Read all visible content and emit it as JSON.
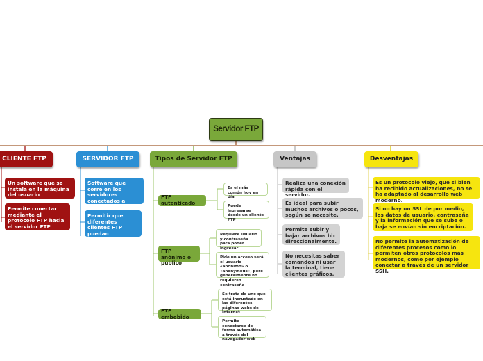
{
  "central": {
    "label": "Servidor FTP"
  },
  "branches": {
    "cliente": {
      "label": "CLIENTE FTP",
      "items": [
        "Un software que se instala en la máquina del usuario",
        "Permite conectar mediante el protocolo FTP hacia el servidor FTP remoto"
      ]
    },
    "servidor": {
      "label": "SERVIDOR FTP",
      "items": [
        "Software que corre en los servidores conectados a Internet",
        "Permitir que diferentes clientes FTP puedan conectarse a él"
      ]
    },
    "tipos": {
      "label": "Tipos de Servidor FTP",
      "subtypes": [
        {
          "label": "FTP autenticado",
          "items": [
            "Es el más común hoy en día",
            "Puede ingresarse desde un cliente FTP"
          ]
        },
        {
          "label": "FTP anónimo o público",
          "items": [
            "Requiere usuario y contraseña para poder ingresar",
            "Pide un acceso será el usuario «anonimo» o «anonymous», pero generalmente no requieren contraseña"
          ]
        },
        {
          "label": "FTP embebido",
          "items": [
            "Se trata de uno que está incrustado en las diferentes páginas webs de Internet",
            "Permite conectarse de forma automática a través del navegador web"
          ]
        }
      ]
    },
    "ventajas": {
      "label": "Ventajas",
      "items": [
        "Realiza una conexión rápida con el servidor.",
        "Es ideal para subir muchos archivos o pocos, según se necesite.",
        "Permite subir y bajar archivos bi-direccionalmente.",
        "No necesitas saber comandos ni usar la terminal, tiene clientes gráficos."
      ]
    },
    "desventajas": {
      "label": "Desventajas",
      "items": [
        "Es un protocolo viejo, que si bien ha recibido actualizaciones, no se ha adaptado al desarrollo web moderno.",
        "Si no hay un SSL de por medio, los datos de usuario, contraseña y la información que se sube o baja se envían sin encriptación.",
        "No permite la automatización de diferentes procesos como lo permiten otros protocolos más modernos, como por ejemplo conectar a través de un servidor SSH."
      ]
    }
  },
  "colors": {
    "cliente": "#a01212",
    "servidor": "#2b8fd4",
    "tipos": "#7aa83a",
    "ventajas": "#c6c6c6",
    "desventajas": "#f6e50f"
  }
}
